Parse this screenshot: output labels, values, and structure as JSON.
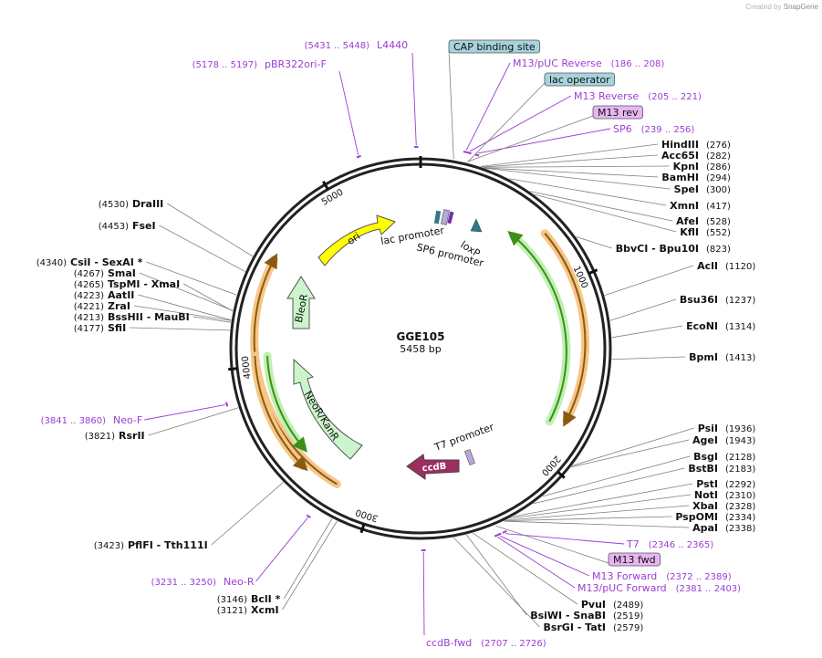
{
  "watermark": {
    "prefix": "Created by",
    "brand": "SnapGene"
  },
  "plasmid": {
    "name": "GGE105",
    "size_label": "5458 bp",
    "length": 5458
  },
  "ticks": [
    "1000",
    "2000",
    "3000",
    "4000",
    "5000"
  ],
  "enzymes_right": [
    {
      "name": "HindIII",
      "pos": "(276)"
    },
    {
      "name": "Acc65I",
      "pos": "(282)"
    },
    {
      "name": "KpnI",
      "pos": "(286)"
    },
    {
      "name": "BamHI",
      "pos": "(294)"
    },
    {
      "name": "SpeI",
      "pos": "(300)"
    },
    {
      "name": "XmnI",
      "pos": "(417)"
    },
    {
      "name": "AfeI",
      "pos": "(528)"
    },
    {
      "name": "KflI",
      "pos": "(552)"
    },
    {
      "name": "BbvCI  - Bpu10I",
      "pos": "(823)"
    },
    {
      "name": "AclI",
      "pos": "(1120)"
    },
    {
      "name": "Bsu36I",
      "pos": "(1237)"
    },
    {
      "name": "EcoNI",
      "pos": "(1314)"
    },
    {
      "name": "BpmI",
      "pos": "(1413)"
    },
    {
      "name": "PsiI",
      "pos": "(1936)"
    },
    {
      "name": "AgeI",
      "pos": "(1943)"
    },
    {
      "name": "BsgI",
      "pos": "(2128)"
    },
    {
      "name": "BstBI",
      "pos": "(2183)"
    },
    {
      "name": "PstI",
      "pos": "(2292)"
    },
    {
      "name": "NotI",
      "pos": "(2310)"
    },
    {
      "name": "XbaI",
      "pos": "(2328)"
    },
    {
      "name": "PspOMI",
      "pos": "(2334)"
    },
    {
      "name": "ApaI",
      "pos": "(2338)"
    },
    {
      "name": "PvuI",
      "pos": "(2489)"
    },
    {
      "name": "BsiWI  - SnaBI",
      "pos": "(2519)"
    },
    {
      "name": "BsrGI  - TatI",
      "pos": "(2579)"
    }
  ],
  "enzymes_left": [
    {
      "name": "DraIII",
      "pos": "(4530)"
    },
    {
      "name": "FseI",
      "pos": "(4453)"
    },
    {
      "name": "CsiI  - SexAI *",
      "pos": "(4340)"
    },
    {
      "name": "SmaI",
      "pos": "(4267)"
    },
    {
      "name": "TspMI  - XmaI",
      "pos": "(4265)"
    },
    {
      "name": "AatII",
      "pos": "(4223)"
    },
    {
      "name": "ZraI",
      "pos": "(4221)"
    },
    {
      "name": "BssHII  - MauBI",
      "pos": "(4213)"
    },
    {
      "name": "SfiI",
      "pos": "(4177)"
    },
    {
      "name": "RsrII",
      "pos": "(3821)"
    },
    {
      "name": "PflFI  - Tth111I",
      "pos": "(3423)"
    },
    {
      "name": "BclI *",
      "pos": "(3146)"
    },
    {
      "name": "XcmI",
      "pos": "(3121)"
    }
  ],
  "primers": [
    {
      "name": "L4440",
      "pos": "(5431 .. 5448)"
    },
    {
      "name": "pBR322ori-F",
      "pos": "(5178 .. 5197)"
    },
    {
      "name": "M13/pUC Reverse",
      "pos": "(186 .. 208)"
    },
    {
      "name": "M13 Reverse",
      "pos": "(205 .. 221)"
    },
    {
      "name": "SP6",
      "pos": "(239 .. 256)"
    },
    {
      "name": "T7",
      "pos": "(2346 .. 2365)"
    },
    {
      "name": "M13 Forward",
      "pos": "(2372 .. 2389)"
    },
    {
      "name": "M13/pUC Forward",
      "pos": "(2381 .. 2403)"
    },
    {
      "name": "ccdB-fwd",
      "pos": "(2707 .. 2726)"
    },
    {
      "name": "Neo-F",
      "pos": "(3841 .. 3860)"
    },
    {
      "name": "Neo-R",
      "pos": "(3231 .. 3250)"
    }
  ],
  "boxed_labels": [
    {
      "name": "CAP binding site",
      "color": "#a7d3dc"
    },
    {
      "name": "lac operator",
      "color": "#a7d3dc"
    },
    {
      "name": "M13 rev",
      "color": "#e7b6f2"
    },
    {
      "name": "M13 fwd",
      "color": "#e7b6f2"
    }
  ],
  "features": [
    {
      "name": "ori",
      "color": "#ffff00"
    },
    {
      "name": "BleoR",
      "color": "#ccf5cc"
    },
    {
      "name": "NeoR/KanR",
      "color": "#ccf5cc"
    },
    {
      "name": "ccdB",
      "color": "#9c2f5f"
    },
    {
      "name": "lac promoter"
    },
    {
      "name": "SP6 promoter"
    },
    {
      "name": "loxP"
    },
    {
      "name": "T7 promoter"
    }
  ],
  "colors": {
    "primer": "#9b3dd3",
    "leader": "#7f7f7f",
    "orf_orange": "#d2822d",
    "orf_green": "#3e8e1a"
  }
}
